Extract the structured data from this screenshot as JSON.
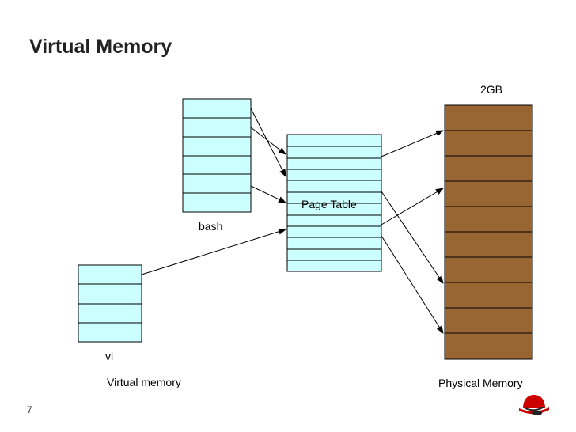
{
  "slide": {
    "title": "Virtual Memory",
    "page_number": "7"
  },
  "labels": {
    "bash": "bash",
    "vi": "vi",
    "page_table": "Page Table",
    "physical_size": "2GB",
    "virtual_memory": "Virtual memory",
    "physical_memory": "Physical Memory"
  },
  "colors": {
    "virtual_fill": "#ccffff",
    "page_table_fill": "#ccffff",
    "physical_fill": "#996633",
    "outline": "#000000"
  },
  "icons": [
    "red-hat-logo-icon"
  ]
}
